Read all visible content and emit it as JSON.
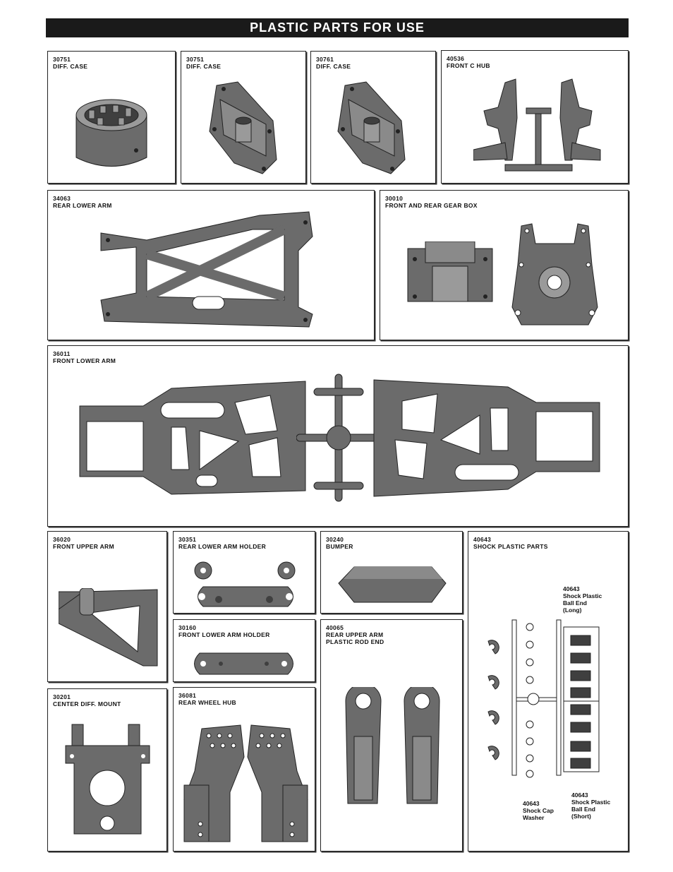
{
  "page": {
    "title": "PLASTIC PARTS FOR USE"
  },
  "parts": [
    {
      "code": "30751",
      "name": "DIFF. CASE"
    },
    {
      "code": "30751",
      "name": "DIFF. CASE"
    },
    {
      "code": "30761",
      "name": "DIFF. CASE"
    },
    {
      "code": "40536",
      "name": "FRONT C HUB"
    },
    {
      "code": "34063",
      "name": "REAR LOWER ARM"
    },
    {
      "code": "30010",
      "name": "FRONT AND REAR GEAR BOX"
    },
    {
      "code": "36011",
      "name": "FRONT LOWER ARM"
    },
    {
      "code": "36020",
      "name": "FRONT UPPER ARM"
    },
    {
      "code": "30351",
      "name": "REAR LOWER ARM HOLDER"
    },
    {
      "code": "30240",
      "name": "BUMPER"
    },
    {
      "code": "40643",
      "name": "SHOCK PLASTIC PARTS"
    },
    {
      "code": "30160",
      "name": "FRONT LOWER ARM HOLDER"
    },
    {
      "code": "40065",
      "name": "REAR UPPER ARM",
      "name2": "PLASTIC ROD END"
    },
    {
      "code": "30201",
      "name": "CENTER DIFF. MOUNT"
    },
    {
      "code": "36081",
      "name": "REAR WHEEL HUB"
    }
  ],
  "shock_callouts": {
    "long": {
      "code": "40643",
      "line1": "Shock Plastic",
      "line2": "Ball End",
      "line3": "(Long)"
    },
    "short": {
      "code": "40643",
      "line1": "Shock Plastic",
      "line2": "Ball End",
      "line3": "(Short)"
    },
    "washer": {
      "code": "40643",
      "line1": "Shock Cap",
      "line2": "Washer"
    }
  },
  "colors": {
    "part_fill": "#6b6b6b",
    "part_dark": "#3f3f3f",
    "part_light": "#9a9a9a",
    "banner": "#1a1a1a"
  }
}
